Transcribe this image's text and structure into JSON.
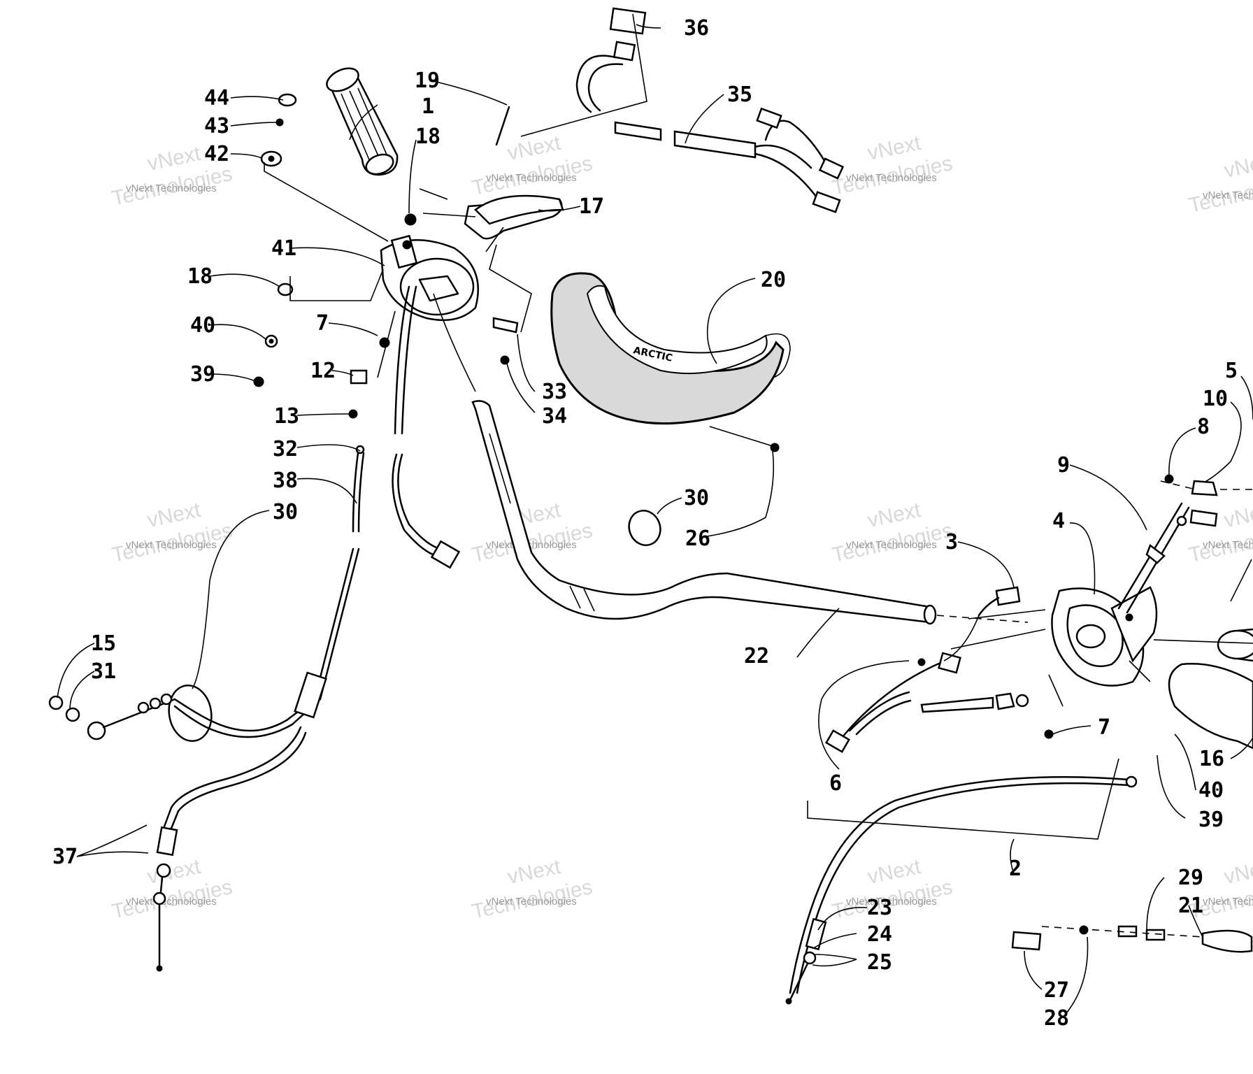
{
  "watermark": {
    "brand": "vNext",
    "company": "vNext Technologies",
    "large": "Technologies"
  },
  "parts": {
    "p1": "1",
    "p2": "2",
    "p3": "3",
    "p4": "4",
    "p5": "5",
    "p6": "6",
    "p7a": "7",
    "p7b": "7",
    "p8": "8",
    "p9": "9",
    "p10": "10",
    "p12": "12",
    "p13": "13",
    "p15": "15",
    "p16": "16",
    "p17": "17",
    "p18a": "18",
    "p18b": "18",
    "p19": "19",
    "p20": "20",
    "p21": "21",
    "p22": "22",
    "p23": "23",
    "p24": "24",
    "p25": "25",
    "p26": "26",
    "p27": "27",
    "p28": "28",
    "p29": "29",
    "p30a": "30",
    "p30b": "30",
    "p31": "31",
    "p32": "32",
    "p33": "33",
    "p34": "34",
    "p35": "35",
    "p36": "36",
    "p37": "37",
    "p38": "38",
    "p39a": "39",
    "p39b": "39",
    "p40a": "40",
    "p40b": "40",
    "p41": "41",
    "p42": "42",
    "p43": "43",
    "p44": "44"
  }
}
